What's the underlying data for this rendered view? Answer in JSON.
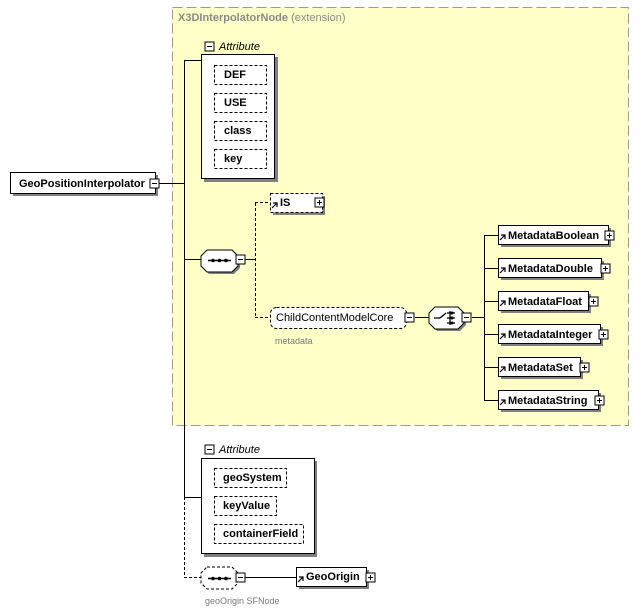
{
  "diagram": {
    "extension_title": "X3DInterpolatorNode",
    "extension_suffix": "(extension)",
    "root": "GeoPositionInterpolator",
    "attribute_group_label": "Attribute",
    "base_attributes": [
      "DEF",
      "USE",
      "class",
      "key"
    ],
    "is_element": "IS",
    "child_group": "ChildContentModelCore",
    "child_group_caption": "metadata",
    "metadata_elements": [
      "MetadataBoolean",
      "MetadataDouble",
      "MetadataFloat",
      "MetadataInteger",
      "MetadataSet",
      "MetadataString"
    ],
    "geo_attributes": [
      "geoSystem",
      "keyValue",
      "containerField"
    ],
    "geo_origin": "GeoOrigin",
    "geo_origin_caption": "geoOrigin SFNode"
  },
  "colors": {
    "extension_fill": "#ffffc8",
    "extension_border": "#9a9a9a",
    "box_border": "#000000",
    "shadow": "#808080"
  }
}
